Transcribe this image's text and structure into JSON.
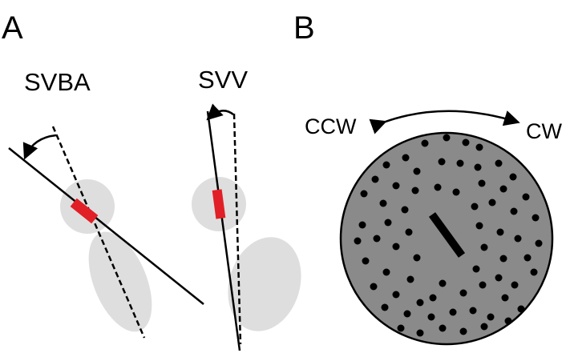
{
  "panels": {
    "a": {
      "letter": "A",
      "svba_title": "SVBA",
      "svv_title": "SVV"
    },
    "b": {
      "letter": "B",
      "ccw_label": "CCW",
      "cw_label": "CW"
    }
  },
  "colors": {
    "body": "#dedede",
    "marker": "#e11f26",
    "disc": "#8a8a8a",
    "ink": "#000000"
  },
  "icons": {
    "rotation": "curved-arrow-icon"
  }
}
